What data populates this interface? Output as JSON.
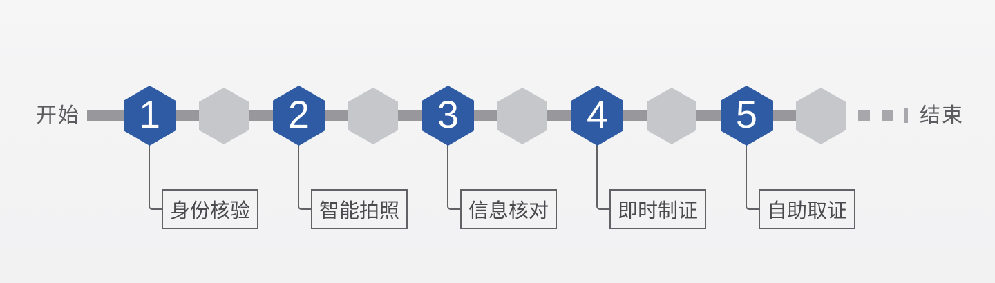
{
  "flow": {
    "start_label": "开始",
    "end_label": "结束",
    "steps": [
      {
        "number": "1",
        "label": "身份核验"
      },
      {
        "number": "2",
        "label": "智能拍照"
      },
      {
        "number": "3",
        "label": "信息核对"
      },
      {
        "number": "4",
        "label": "即时制证"
      },
      {
        "number": "5",
        "label": "自助取证"
      }
    ],
    "colors": {
      "step_hexagon": "#2e5ba4",
      "spacer_hexagon": "#c6c7cb",
      "timeline_bar": "#98989c",
      "connector": "#626266",
      "label_text": "#4a4a4e",
      "endpoint_text": "#5c5c60",
      "dash": "#a8a8ac",
      "step_number": "#ffffff",
      "page_bg": "#f4f4f5"
    }
  }
}
